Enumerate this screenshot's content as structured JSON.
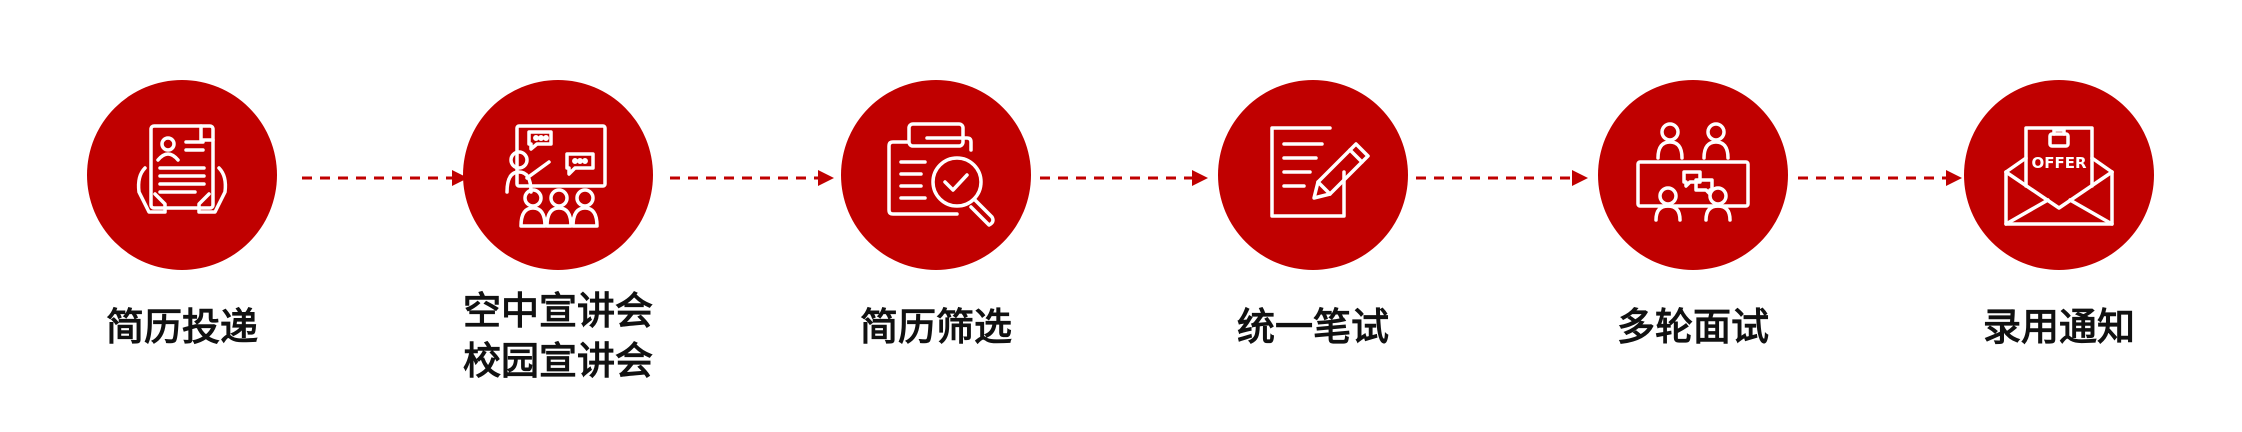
{
  "accent_color": "#c00000",
  "steps": [
    {
      "icon": "resume-document-icon",
      "lines": [
        "简历投递"
      ]
    },
    {
      "icon": "presentation-audience-icon",
      "lines": [
        "空中宣讲会",
        "校园宣讲会"
      ]
    },
    {
      "icon": "document-magnifier-check-icon",
      "lines": [
        "简历筛选"
      ]
    },
    {
      "icon": "notepad-pencil-icon",
      "lines": [
        "统一笔试"
      ]
    },
    {
      "icon": "interview-group-icon",
      "lines": [
        "多轮面试"
      ]
    },
    {
      "icon": "offer-envelope-icon",
      "icons_text": "OFFER",
      "lines": [
        "录用通知"
      ]
    }
  ]
}
